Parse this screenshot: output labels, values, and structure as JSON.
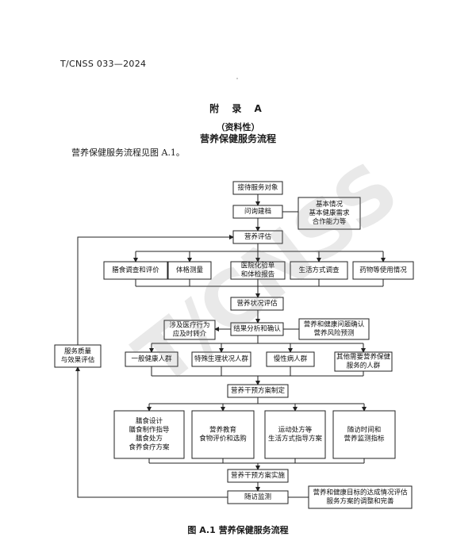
{
  "header": {
    "standard_code": "T/CNSS 033—2024"
  },
  "appendix": {
    "label": "附 录 A",
    "type": "（资料性）",
    "title": "营养保健服务流程"
  },
  "intro": "营养保健服务流程见图 A.1。",
  "caption": "图 A.1  营养保健服务流程",
  "watermark": "T/CNSS",
  "flow": {
    "reception": "接待服务对象",
    "records": "问询建档",
    "records_note": [
      "基本情况",
      "基本健康需求",
      "合作能力等"
    ],
    "assessment": "营养评估",
    "assess_items": [
      "膳食调查和评价",
      "体格测量",
      [
        "医院化验单",
        "和体检报告"
      ],
      "生活方式调查",
      "药物等使用情况"
    ],
    "status_eval": "营养状况评估",
    "medical_referral": [
      "涉及医疗行为",
      "应及时转介"
    ],
    "analysis": "结果分析和确认",
    "risk_note": [
      "营养和健康问题确认",
      "营养风险预测"
    ],
    "groups": [
      "一般健康人群",
      "特殊生理状况人群",
      "慢性病人群",
      [
        "其他需要营养保健",
        "服务的人群"
      ]
    ],
    "quality": [
      "服务质量",
      "与效果评估"
    ],
    "plan": "营养干预方案制定",
    "plan_items": [
      [
        "膳食设计",
        "膳食制作指导",
        "膳食处方",
        "食养食疗方案"
      ],
      [
        "营养教育",
        "食物评价和选购"
      ],
      [
        "运动处方等",
        "生活方式指导方案"
      ],
      [
        "随访时间和",
        "营养监测指标"
      ]
    ],
    "implement": "营养干预方案实施",
    "followup": "随访监测",
    "followup_note": [
      "营养和健康目标的达成情况评估",
      "服务方案的调整和完善"
    ]
  }
}
